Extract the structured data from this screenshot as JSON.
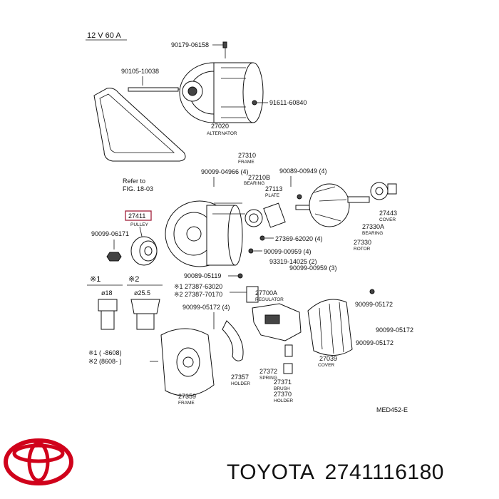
{
  "header": {
    "spec": "12 V  60 A"
  },
  "labels": {
    "p90179": "90179-06158",
    "p90105": "90105-10038",
    "p91611": "91611-60840",
    "p27020": "27020",
    "p27020_sub": "ALTERNATOR",
    "refer1": "Refer to",
    "refer2": "FIG. 18-03",
    "p27310": "27310",
    "p27310_sub": "FRAME",
    "p90099_a": "90099-04966 (4)",
    "p27210": "27210B",
    "p27210_sub": "BEARING",
    "p90089_a": "90089-00949 (4)",
    "p27113": "27113",
    "p27113_sub": "PLATE",
    "p27443": "27443",
    "p27443_sub": "COVER",
    "p27330a": "27330A",
    "p27330a_sub": "BEARING",
    "p27330": "27330",
    "p27330_sub": "ROTOR",
    "p27411": "27411",
    "p27411_sub": "PULLEY",
    "p90099_b": "90099-06171",
    "p27369": "27369-62020 (4)",
    "p90099_c": "90099-00959 (4)",
    "p93319": "93319-14025 (2)",
    "p90099_d": "90099-00959 (3)",
    "note1": "※1",
    "note2": "※2",
    "dim1": "ø18",
    "dim2": "ø25.5",
    "p90089_b": "90089-05119",
    "p27387_a": "※1 27387-63020",
    "p27387_b": "※2 27387-70170",
    "p27700": "27700A",
    "p27700_sub": "REGULATOR",
    "p90099_e": "90099-05172 (4)",
    "p90099_f": "90099-05172",
    "p90099_g": "90099-05172",
    "p90099_h": "90099-05172",
    "ser1": "※1 (      -8608)",
    "ser2": "※2 (8608-     )",
    "p27039": "27039",
    "p27039_sub": "COVER",
    "p27357": "27357",
    "p27357_sub": "HOLDER",
    "p27372": "27372",
    "p27372_sub": "SPRING",
    "p27371": "27371",
    "p27371_sub": "BRUSH",
    "p27370": "27370",
    "p27370_sub": "HOLDER",
    "p27359": "27359",
    "p27359_sub": "FRAME",
    "med": "MED452-E"
  },
  "brand": {
    "name": "TOYOTA",
    "part_number": "2741116180"
  },
  "colors": {
    "highlight": "#a0203a",
    "logo": "#d0021b",
    "ink": "#111111"
  }
}
